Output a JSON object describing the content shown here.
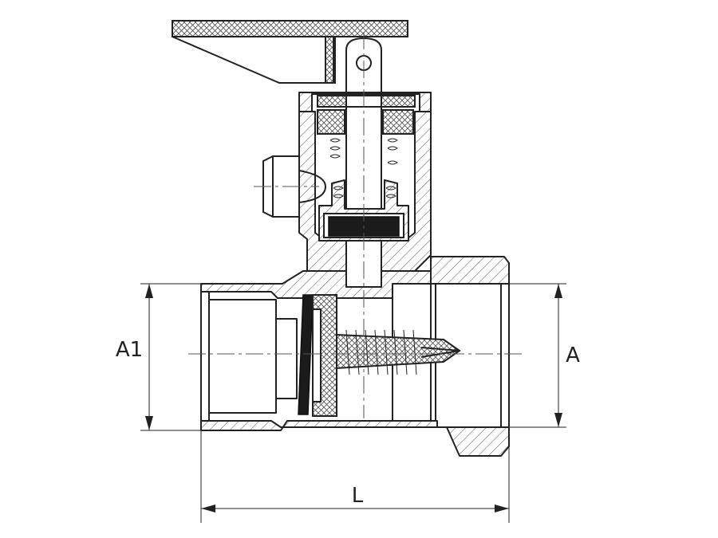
{
  "dimensions": {
    "a1_label": "A1",
    "a_label": "A",
    "l_label": "L"
  },
  "colors": {
    "line": "#222222",
    "background": "#ffffff",
    "gasket": "#1b1b1b"
  }
}
